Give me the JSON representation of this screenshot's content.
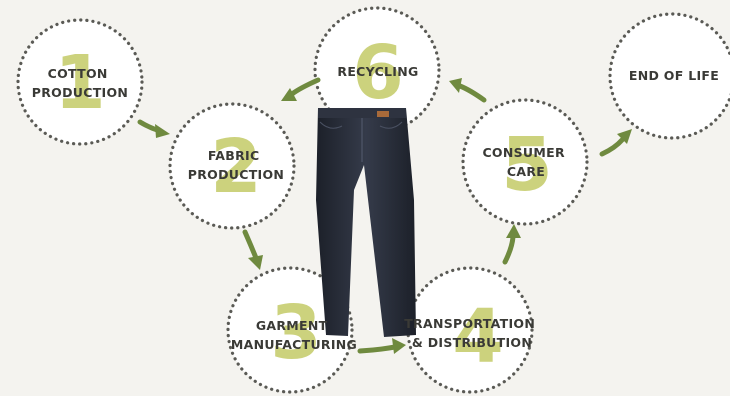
{
  "stages": [
    {
      "number": "1",
      "label_lines": [
        "COTTON",
        "PRODUCTION"
      ]
    },
    {
      "number": "2",
      "label_lines": [
        "FABRIC",
        "PRODUCTION"
      ]
    },
    {
      "number": "3",
      "label_lines": [
        "GARMENT",
        "MANUFACTURING"
      ]
    },
    {
      "number": "4",
      "label_lines": [
        "TRANSPORTATION",
        "& DISTRIBUTION"
      ]
    },
    {
      "number": "5",
      "label_lines": [
        "CONSUMER",
        "CARE"
      ]
    },
    {
      "number": "6",
      "label_lines": [
        "RECYCLING"
      ]
    },
    {
      "number": "",
      "label_lines": [
        "END OF LIFE"
      ]
    }
  ],
  "colors": {
    "number_fill": "#b9c14c",
    "arrow": "#6f8a3f",
    "circle_outline": "#5a5a55",
    "jeans": "#262a35"
  },
  "center_image": "jeans"
}
